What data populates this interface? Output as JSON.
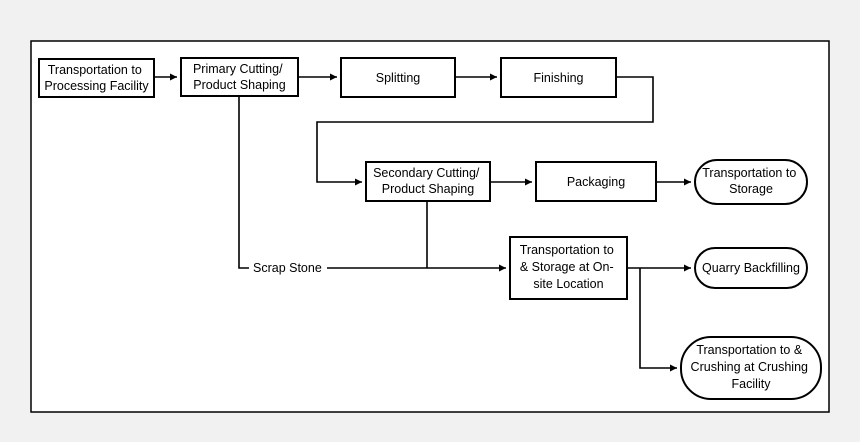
{
  "colors": {
    "background": "#f1f1f1",
    "box_fill": "#ffffff",
    "stroke": "#000000"
  },
  "nodes": {
    "transport_processing": {
      "lines": [
        "Transportation to",
        "Processing Facility"
      ]
    },
    "primary_cutting": {
      "lines": [
        "Primary Cutting/",
        "Product Shaping"
      ]
    },
    "splitting": {
      "lines": [
        "Splitting"
      ]
    },
    "finishing": {
      "lines": [
        "Finishing"
      ]
    },
    "secondary_cutting": {
      "lines": [
        "Secondary Cutting/",
        "Product Shaping"
      ]
    },
    "packaging": {
      "lines": [
        "Packaging"
      ]
    },
    "transport_storage": {
      "lines": [
        "Transportation to",
        "Storage"
      ]
    },
    "onsite_storage": {
      "lines": [
        "Transportation to",
        "& Storage at On-",
        "site Location"
      ]
    },
    "quarry_backfilling": {
      "lines": [
        "Quarry Backfilling"
      ]
    },
    "crushing": {
      "lines": [
        "Transportation to &",
        "Crushing at Crushing",
        "Facility"
      ]
    }
  },
  "edge_labels": {
    "scrap_stone": "Scrap Stone"
  }
}
